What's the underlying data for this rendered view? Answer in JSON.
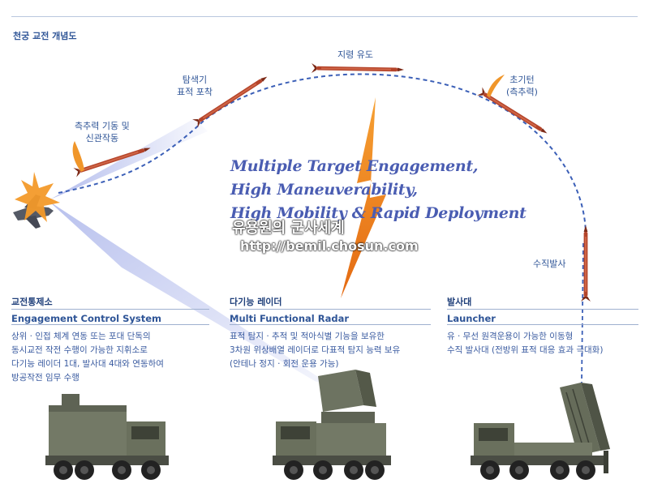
{
  "title": "천궁 교전 개념도",
  "labels": {
    "maneuver": [
      "측추력 기동 및",
      "신관작동"
    ],
    "capture": [
      "탐색기",
      "표적 포착"
    ],
    "guidance": "지령 유도",
    "initial": [
      "초기턴",
      "(측추력)"
    ],
    "vertical": "수직발사"
  },
  "banner": [
    "Multiple Target Engagement,",
    "High Maneuverability,",
    "High Mobility & Rapid Deployment"
  ],
  "watermark": {
    "name": "유용원의 군사세계",
    "url": "http://bemil.chosun.com"
  },
  "columns": [
    {
      "kor": "교전통제소",
      "eng": "Engagement Control System",
      "desc": [
        "상위 · 인접 체계 연동 또는 포대 단독의",
        "동시교전 작전 수행이 가능한 지휘소로",
        "다기능 레이더 1대, 발사대 4대와 연동하여",
        "방공작전 임무 수행"
      ]
    },
    {
      "kor": "다기능 레이더",
      "eng": "Multi Functional Radar",
      "desc": [
        "표적 탐지 · 추적 및 적아식별 기능을 보유한",
        "3차원 위상배열 레이더로 다표적 탐지 능력 보유",
        "(안테나 정지 · 회전 운용 가능)"
      ]
    },
    {
      "kor": "발사대",
      "eng": "Launcher",
      "desc": [
        "유 · 무선 원격운용이 가능한 이동형",
        "수직 발사대 (전방위 표적 대응 효과 극대화)"
      ]
    }
  ],
  "colors": {
    "accent": "#2f5597",
    "missile": "#b4442a",
    "flame": "#f0962a",
    "path": "#3b5fb7",
    "truck": "#6f7560"
  }
}
